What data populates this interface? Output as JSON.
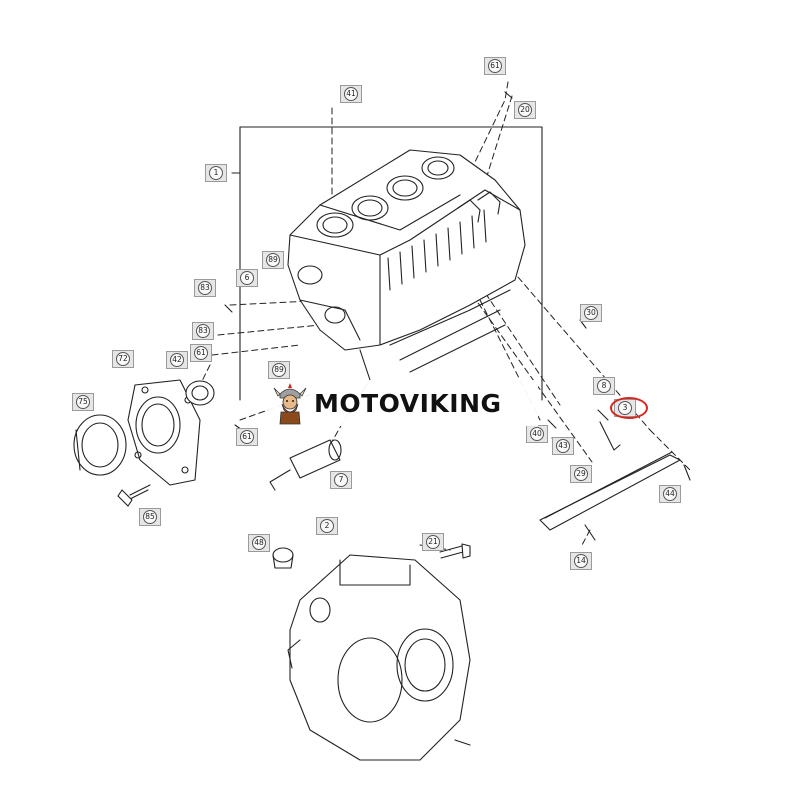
{
  "watermark": {
    "brand_text": "MOTOVIKING",
    "logo": "viking-mascot-icon"
  },
  "highlight": {
    "target_callout": "3",
    "color": "#d8261d"
  },
  "callouts": [
    {
      "id": "c61a",
      "label": "61"
    },
    {
      "id": "c20",
      "label": "20"
    },
    {
      "id": "c41",
      "label": "41"
    },
    {
      "id": "c1",
      "label": "1"
    },
    {
      "id": "c89a",
      "label": "89"
    },
    {
      "id": "c6",
      "label": "6"
    },
    {
      "id": "c83a",
      "label": "83"
    },
    {
      "id": "c83b",
      "label": "83"
    },
    {
      "id": "c61b",
      "label": "61"
    },
    {
      "id": "c42",
      "label": "42"
    },
    {
      "id": "c72",
      "label": "72"
    },
    {
      "id": "c75",
      "label": "75"
    },
    {
      "id": "c89b",
      "label": "89"
    },
    {
      "id": "c61c",
      "label": "61"
    },
    {
      "id": "c7",
      "label": "7"
    },
    {
      "id": "c85",
      "label": "85"
    },
    {
      "id": "c30",
      "label": "30"
    },
    {
      "id": "c8",
      "label": "8"
    },
    {
      "id": "c3",
      "label": "3"
    },
    {
      "id": "c40",
      "label": "40"
    },
    {
      "id": "c43",
      "label": "43"
    },
    {
      "id": "c29",
      "label": "29"
    },
    {
      "id": "c44",
      "label": "44"
    },
    {
      "id": "c14",
      "label": "14"
    },
    {
      "id": "c48",
      "label": "48"
    },
    {
      "id": "c2",
      "label": "2"
    },
    {
      "id": "c21",
      "label": "21"
    }
  ]
}
